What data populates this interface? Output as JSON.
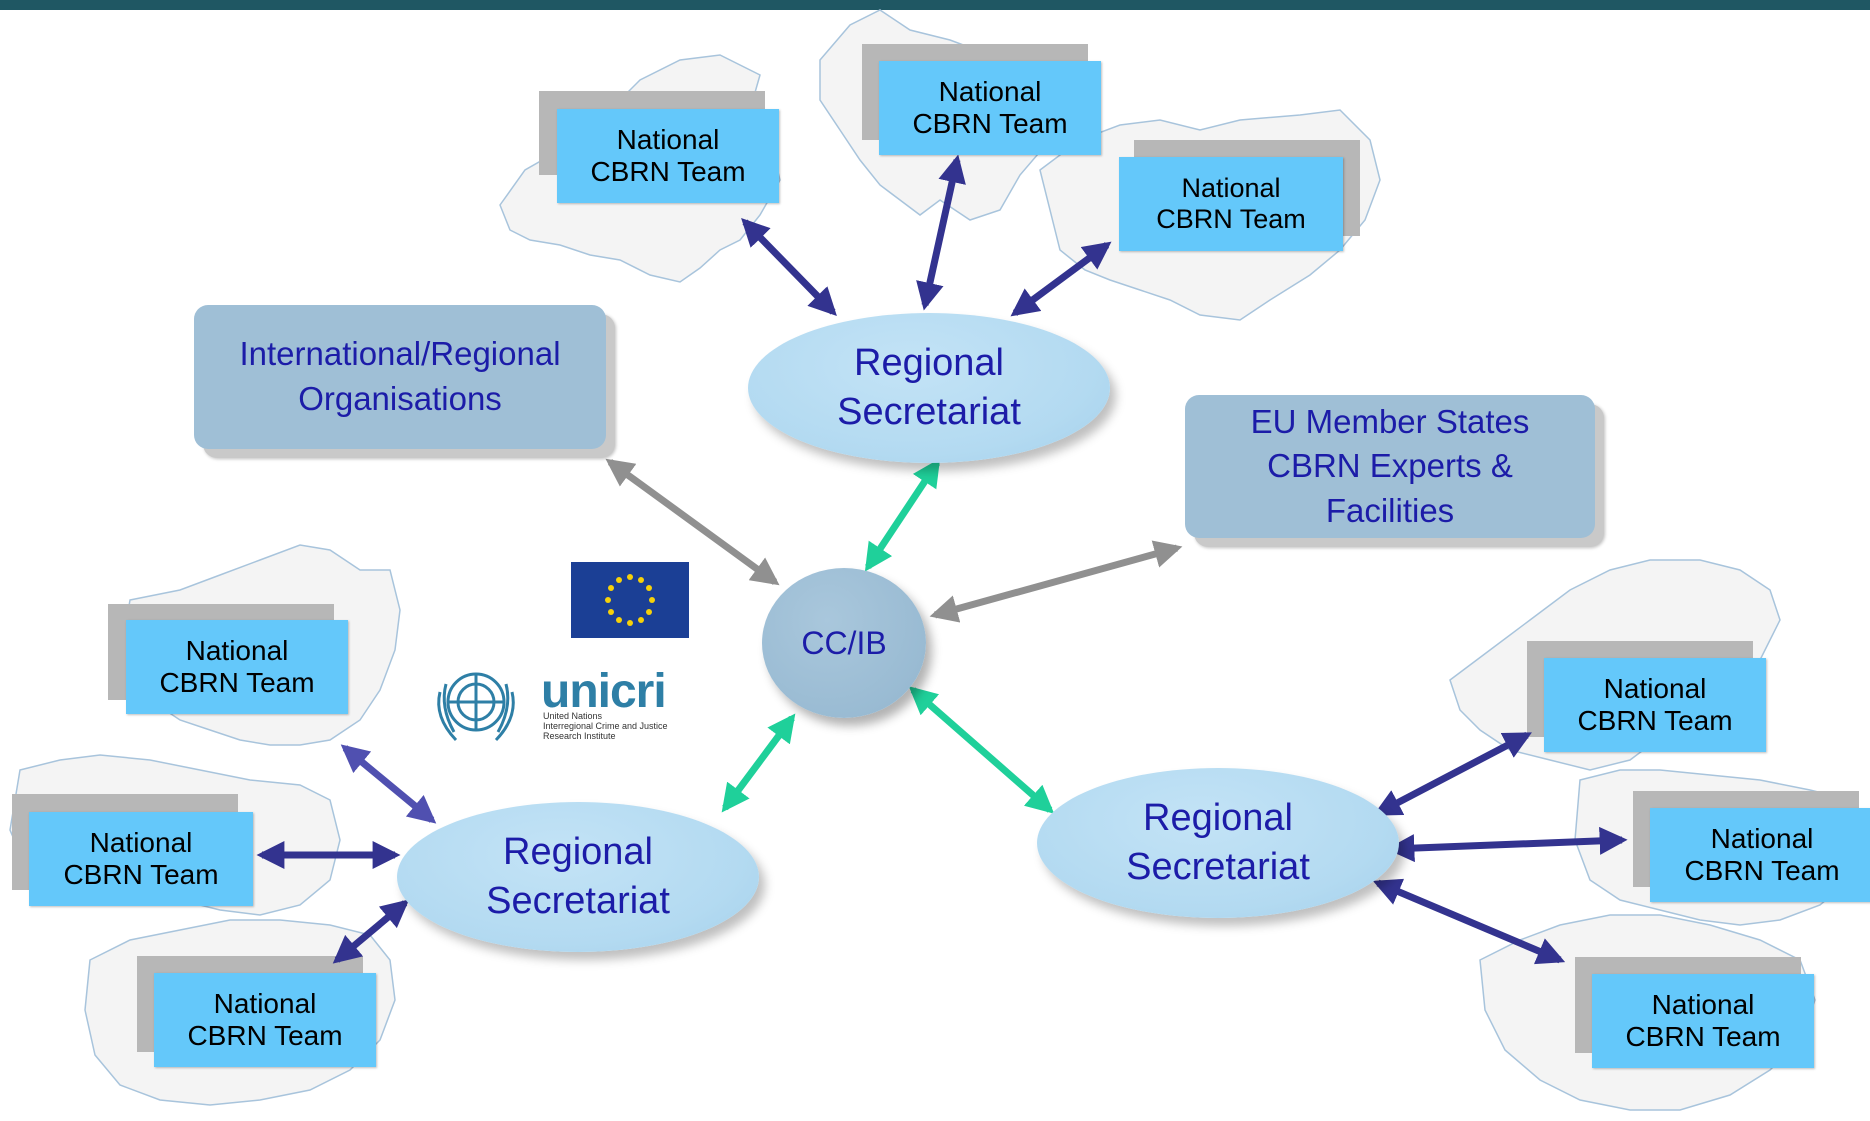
{
  "colors": {
    "top_bar": "#1f5763",
    "team_box": "#64c8fa",
    "org_box": "#9fbfd6",
    "ellipse": "#b3daf1",
    "arrow_navy": "#33338f",
    "arrow_green": "#1fd09a",
    "arrow_grey": "#909090",
    "label_text": "#1c1ca8"
  },
  "hub": {
    "label": "CC/IB"
  },
  "secretariats": {
    "top": {
      "label": "Regional\nSecretariat"
    },
    "left": {
      "label": "Regional\nSecretariat"
    },
    "right": {
      "label": "Regional\nSecretariat"
    }
  },
  "organisations": {
    "international": {
      "label": "International/Regional\nOrganisations"
    },
    "eu_member_states": {
      "label": "EU Member States\nCBRN Experts &\nFacilities"
    }
  },
  "teams": [
    {
      "id": "top-1",
      "label": "National\nCBRN Team"
    },
    {
      "id": "top-2",
      "label": "National\nCBRN Team"
    },
    {
      "id": "top-3",
      "label": "National\nCBRN Team"
    },
    {
      "id": "left-1",
      "label": "National\nCBRN Team"
    },
    {
      "id": "left-2",
      "label": "National\nCBRN Team"
    },
    {
      "id": "left-3",
      "label": "National\nCBRN Team"
    },
    {
      "id": "right-1",
      "label": "National\nCBRN Team"
    },
    {
      "id": "right-2",
      "label": "National\nCBRN Team"
    },
    {
      "id": "right-3",
      "label": "National\nCBRN Team"
    }
  ],
  "logos": {
    "eu_flag": "eu-flag-icon",
    "un_emblem": "un-emblem-icon",
    "unicri_name": "unicri",
    "unicri_tagline": "United Nations\nInterregional Crime and Justice\nResearch Institute"
  }
}
